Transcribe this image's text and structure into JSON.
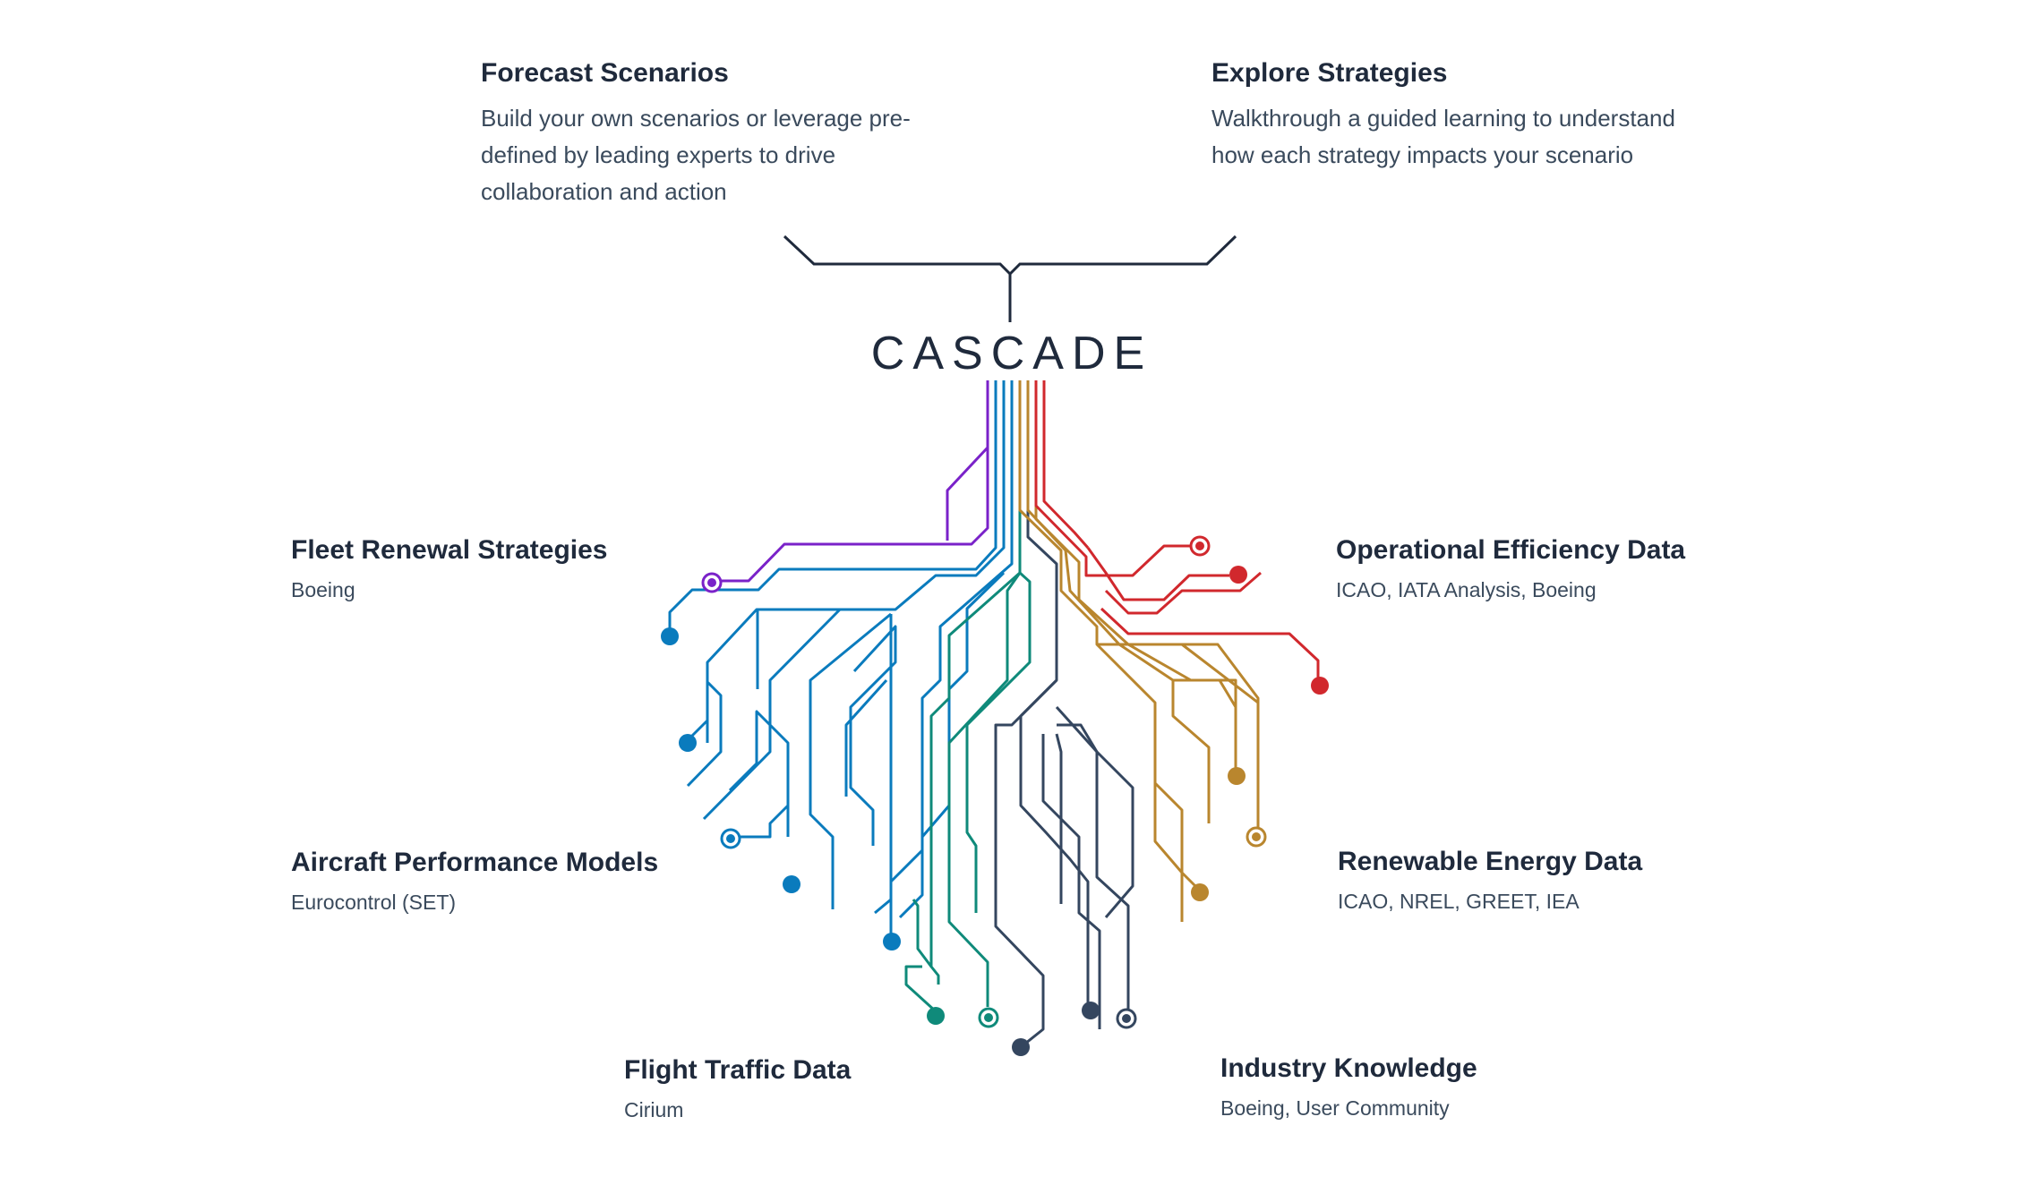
{
  "brand": "CASCADE",
  "top": [
    {
      "title": "Forecast Scenarios",
      "description": "Build your own scenarios or leverage pre-defined by leading experts to drive collaboration and action"
    },
    {
      "title": "Explore Strategies",
      "description": "Walkthrough a guided learning to understand how each strategy impacts your scenario"
    }
  ],
  "inputs": [
    {
      "title": "Fleet Renewal Strategies",
      "source": "Boeing",
      "color": "#7a22c9"
    },
    {
      "title": "Aircraft Performance Models",
      "source": "Eurocontrol (SET)",
      "color": "#0a7bbd"
    },
    {
      "title": "Flight Traffic Data",
      "source": "Cirium",
      "color": "#0f8a7a"
    },
    {
      "title": "Industry Knowledge",
      "source": "Boeing, User Community",
      "color": "#34465f"
    },
    {
      "title": "Renewable Energy Data",
      "source": "ICAO, NREL, GREET, IEA",
      "color": "#b9862e"
    },
    {
      "title": "Operational Efficiency Data",
      "source": "ICAO, IATA Analysis, Boeing",
      "color": "#d1282d"
    }
  ],
  "bracket_color": "#1f2a3c"
}
